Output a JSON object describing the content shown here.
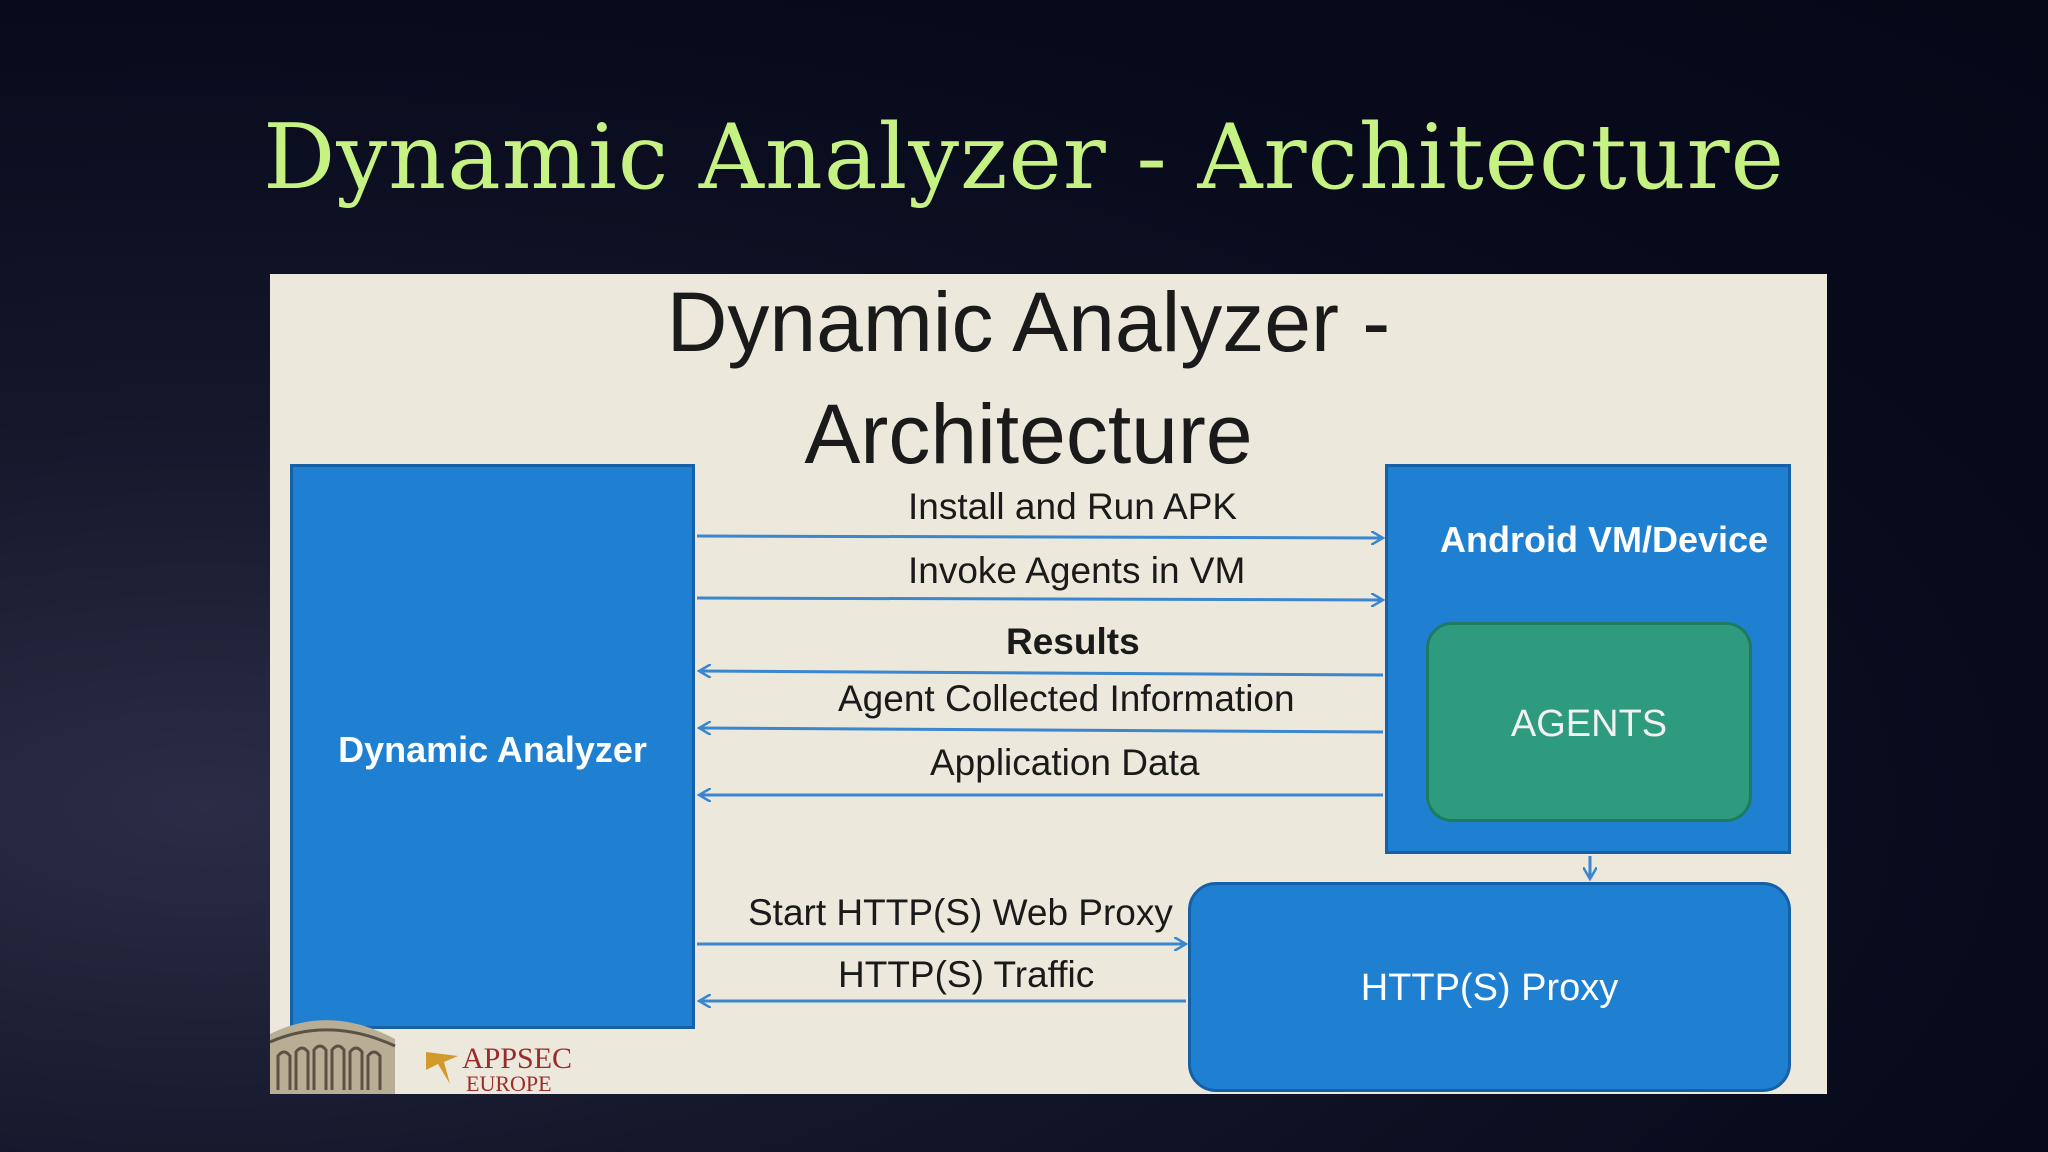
{
  "slide": {
    "title": "Dynamic Analyzer - Architecture"
  },
  "diagram": {
    "title_line1": "Dynamic Analyzer -",
    "title_line2": "Architecture",
    "nodes": {
      "dynamic_analyzer": "Dynamic Analyzer",
      "android_device": "Android VM/Device",
      "agents": "AGENTS",
      "http_proxy": "HTTP(S) Proxy"
    },
    "arrows": {
      "install_run": "Install and Run APK",
      "invoke_agents": "Invoke Agents in VM",
      "results": "Results",
      "agent_info": "Agent Collected Information",
      "app_data": "Application Data",
      "start_proxy": "Start HTTP(S) Web Proxy",
      "traffic": "HTTP(S) Traffic"
    },
    "logo": {
      "appsec_line1": "APPSEC",
      "appsec_line2": "EUROPE"
    }
  },
  "colors": {
    "title_green": "#c6f283",
    "box_blue": "#1f7fd0",
    "agents_green": "#2e9a7e",
    "arrow_blue": "#3a86cf",
    "panel_bg": "#ece9dc"
  }
}
